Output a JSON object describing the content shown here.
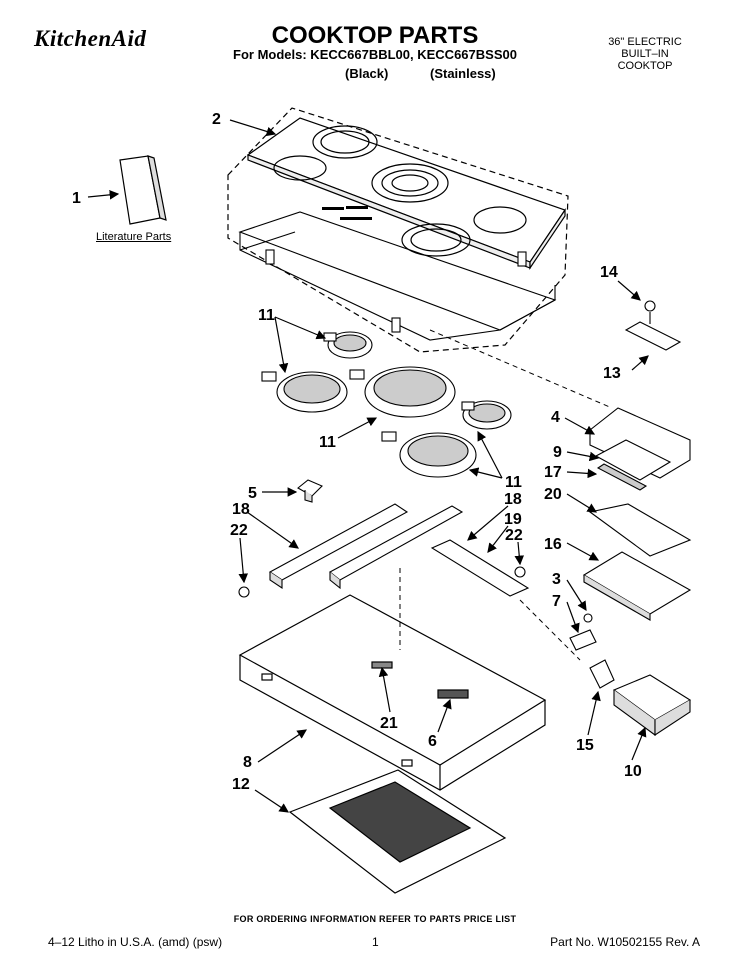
{
  "header": {
    "brand": "KitchenAid",
    "title": "COOKTOP PARTS",
    "models": "For Models: KECC667BBL00, KECC667BSS00",
    "variant_black": "(Black)",
    "variant_stainless": "(Stainless)",
    "product_line1": "36\" ELECTRIC",
    "product_line2": "BUILT–IN",
    "product_line3": "COOKTOP"
  },
  "literature_label": "Literature Parts",
  "callouts": {
    "c1": "1",
    "c2": "2",
    "c3": "3",
    "c4": "4",
    "c5": "5",
    "c6": "6",
    "c7": "7",
    "c8": "8",
    "c9": "9",
    "c10": "10",
    "c11a": "11",
    "c11b": "11",
    "c11c": "11",
    "c12": "12",
    "c13": "13",
    "c14": "14",
    "c15": "15",
    "c16": "16",
    "c17": "17",
    "c18a": "18",
    "c18b": "18",
    "c19": "19",
    "c20": "20",
    "c21": "21",
    "c22a": "22",
    "c22b": "22"
  },
  "footer": {
    "order_info": "FOR ORDERING INFORMATION REFER TO PARTS PRICE LIST",
    "litho": "4–12 Litho in U.S.A. (amd) (psw)",
    "page": "1",
    "part_no": "Part No. W10502155 Rev. A"
  }
}
